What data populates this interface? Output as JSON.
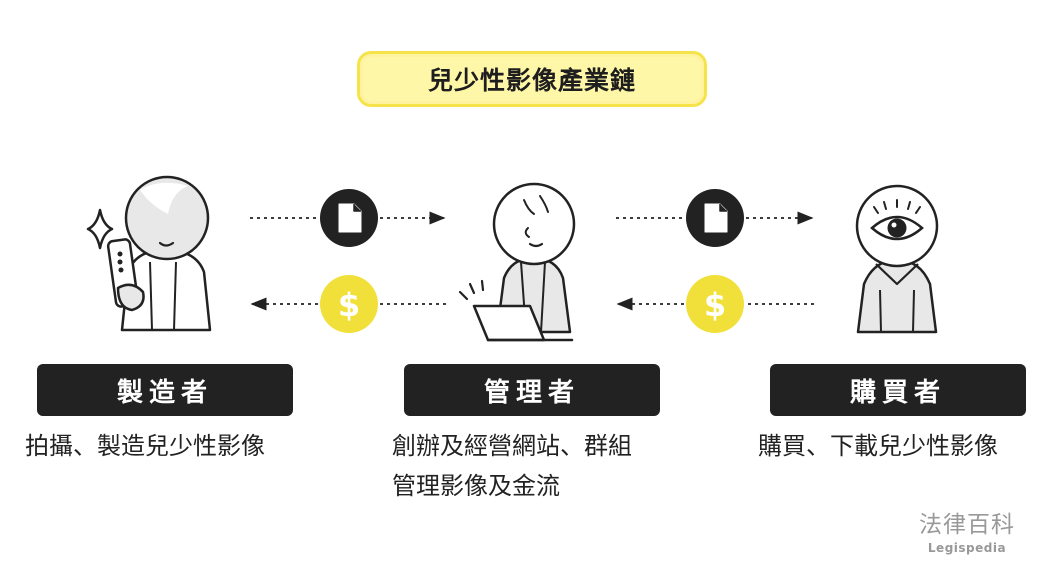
{
  "title": "兒少性影像產業鏈",
  "roles": [
    {
      "label": "製造者",
      "desc": [
        "拍攝、製造兒少性影像"
      ]
    },
    {
      "label": "管理者",
      "desc": [
        "創辦及經營網站、群組",
        "管理影像及金流"
      ]
    },
    {
      "label": "購買者",
      "desc": [
        "購買、下載兒少性影像"
      ]
    }
  ],
  "flows": {
    "top_icon": "document-icon",
    "bottom_icon": "dollar-coin-icon",
    "dollar_symbol": "$"
  },
  "brand": {
    "name_zh": "法律百科",
    "name_en": "Legispedia"
  },
  "colors": {
    "accent_yellow": "#f2e03a",
    "title_bg": "#fff7a8",
    "dark": "#222222",
    "figure_fill": "#e8e8e8"
  }
}
